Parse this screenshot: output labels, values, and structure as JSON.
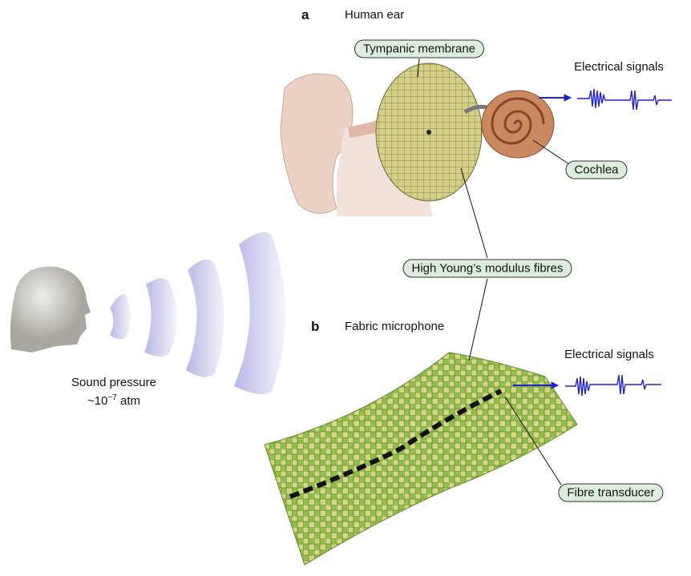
{
  "panel_a": {
    "letter": "a",
    "title": "Human ear"
  },
  "panel_b": {
    "letter": "b",
    "title": "Fabric microphone"
  },
  "labels": {
    "tympanic": "Tympanic membrane",
    "cochlea": "Cochlea",
    "fibres": "High Young’s modulus fibres",
    "transducer": "Fibre transducer",
    "signals_a": "Electrical signals",
    "signals_b": "Electrical signals"
  },
  "sound": {
    "line1": "Sound pressure",
    "prefix": "~10",
    "exponent": "−7",
    "unit": " atm"
  },
  "colors": {
    "signal": "#2222cc",
    "fabric": "#8fc04a",
    "membrane": "#c9c77a",
    "wave": "#c8c8ee",
    "pill": "#ddeedd"
  }
}
